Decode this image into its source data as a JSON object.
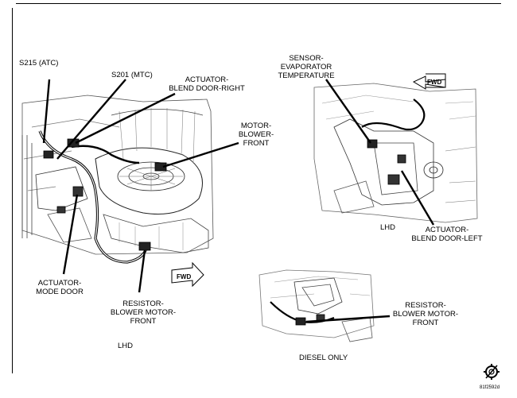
{
  "labels": {
    "s215": "S215 (ATC)",
    "s201": "S201 (MTC)",
    "blend_right_1": "ACTUATOR-",
    "blend_right_2": "BLEND DOOR-RIGHT",
    "motor_1": "MOTOR-",
    "motor_2": "BLOWER-",
    "motor_3": "FRONT",
    "mode_1": "ACTUATOR-",
    "mode_2": "MODE DOOR",
    "resistor_1": "RESISTOR-",
    "resistor_2": "BLOWER MOTOR-",
    "resistor_3": "FRONT",
    "lhd_left": "LHD",
    "sensor_1": "SENSOR-",
    "sensor_2": "EVAPORATOR",
    "sensor_3": "TEMPERATURE",
    "lhd_right": "LHD",
    "blend_left_1": "ACTUATOR-",
    "blend_left_2": "BLEND DOOR-LEFT",
    "resistor_d1": "RESISTOR-",
    "resistor_d2": "BLOWER MOTOR-",
    "resistor_d3": "FRONT",
    "diesel": "DIESEL ONLY",
    "fwd_1": "FWD",
    "fwd_2": "FWD",
    "code": "81f2592d"
  }
}
